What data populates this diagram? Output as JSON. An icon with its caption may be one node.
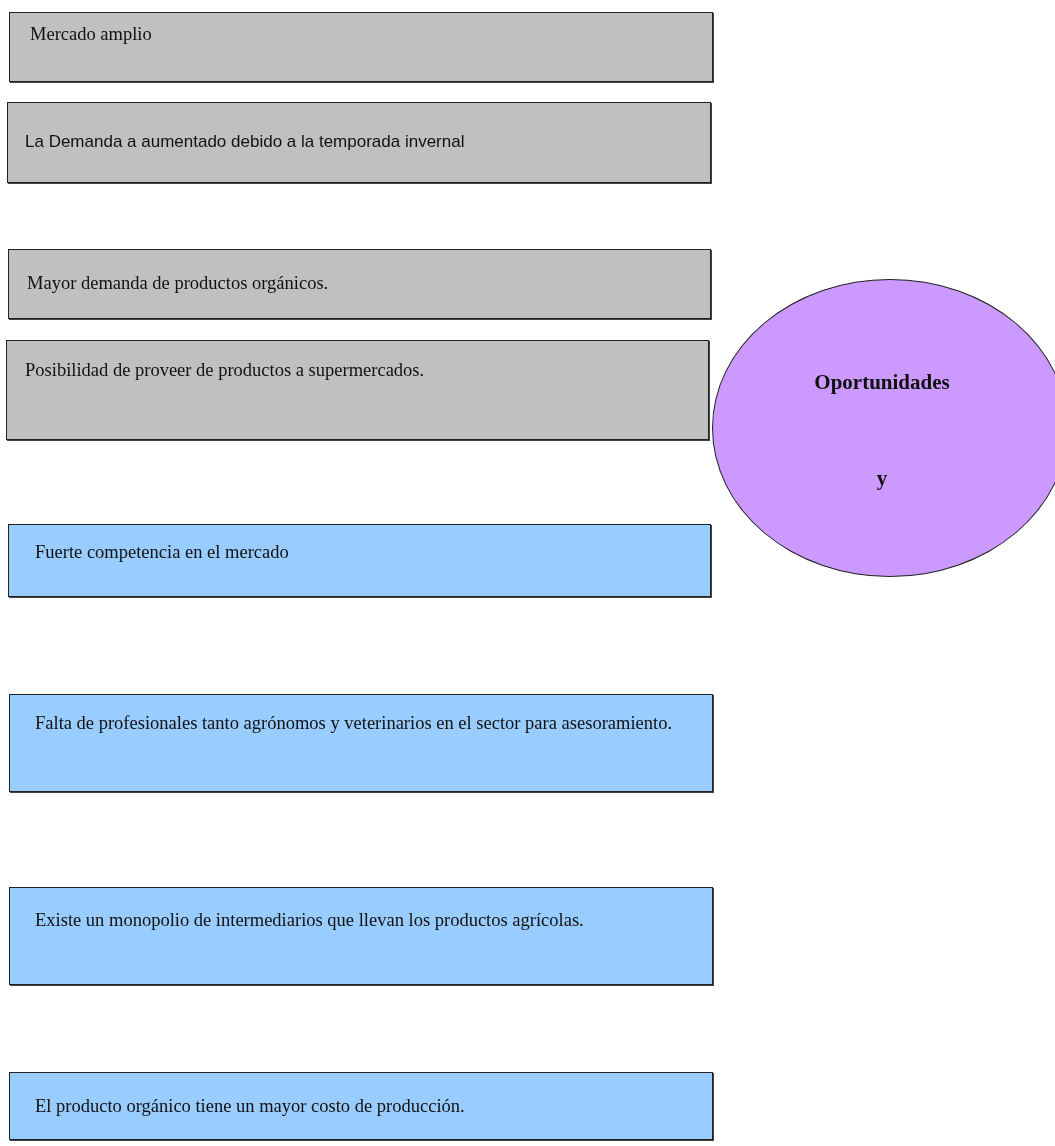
{
  "diagram": {
    "nodes": [
      {
        "text": [
          "Mercado amplio"
        ]
      },
      {
        "text": [
          "La Demanda a aumentado debido a la temporada invernal"
        ]
      },
      {
        "text": [
          "Mayor demanda de productos orgánicos."
        ]
      },
      {
        "text": [
          "Posibilidad de proveer de productos a supermercados."
        ]
      },
      {
        "text": [
          "Fuerte competencia en el mercado"
        ]
      },
      {
        "text": [
          "Falta de profesionales tanto agrónomos y veterinarios en el sector para asesoramiento."
        ]
      },
      {
        "text": [
          "Existe un monopolio de intermediarios que llevan los productos agrícolas."
        ]
      },
      {
        "text": [
          "El producto orgánico tiene un mayor costo de producción."
        ]
      },
      {
        "text": [
          "Oportunidades",
          "y"
        ]
      }
    ]
  }
}
